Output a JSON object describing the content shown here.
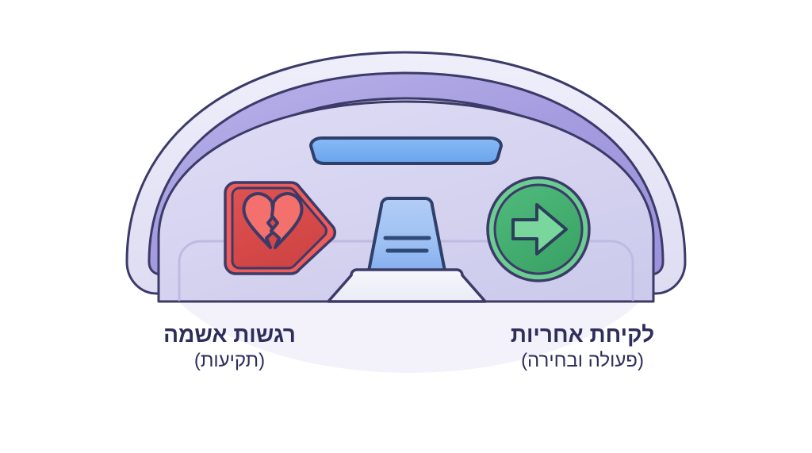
{
  "page": {
    "background_color": "#ffffff",
    "text_color": "#2e2d5c",
    "direction": "rtl",
    "language": "he"
  },
  "illustration": {
    "name": "arch-console-illustration",
    "description": "Rounded arch shaped console with a red broken-heart badge on the left, a blue center panel with equals lines, and a green circular right-arrow badge on the right",
    "colors": {
      "outer_shell": "#e6e5f7",
      "outer_shell_shadow": "#d8d7ee",
      "arch_band": "#a49cdf",
      "arch_band_light": "#b6b0e8",
      "body": "#d6d4f0",
      "body_light": "#dedcf4",
      "stroke": "#3b3a68",
      "screen_blue": "#7fb4f2",
      "screen_blue_dark": "#5d9ae8",
      "center_panel_blue": "#a9c8f5",
      "center_panel_blue_dark": "#6f9ee8",
      "base_white": "#f2f3fa",
      "badge_red": "#dc4a4a",
      "badge_red_light": "#ef5d5a",
      "heart_red": "#f4706d",
      "badge_green": "#3faa6b",
      "badge_green_light": "#6ccd92",
      "arrow_green": "#79d79d"
    },
    "elements": [
      {
        "name": "outer-arch-shell",
        "kind": "shape"
      },
      {
        "name": "arch-band",
        "kind": "shape"
      },
      {
        "name": "console-body",
        "kind": "shape"
      },
      {
        "name": "screen-bar",
        "kind": "shape"
      },
      {
        "name": "broken-heart-badge",
        "kind": "icon"
      },
      {
        "name": "center-panel",
        "kind": "shape"
      },
      {
        "name": "equals-lines",
        "kind": "icon"
      },
      {
        "name": "base-platform",
        "kind": "shape"
      },
      {
        "name": "green-arrow-badge",
        "kind": "icon"
      }
    ]
  },
  "labels": [
    {
      "id": "responsibility",
      "title": "לקיחת אחריות",
      "subtitle": "(פעולה ובחירה)",
      "side": "right",
      "icon": "green-arrow-badge"
    },
    {
      "id": "guilt",
      "title": "רגשות אשמה",
      "subtitle": "(תקיעות)",
      "side": "left",
      "icon": "broken-heart-badge"
    }
  ]
}
